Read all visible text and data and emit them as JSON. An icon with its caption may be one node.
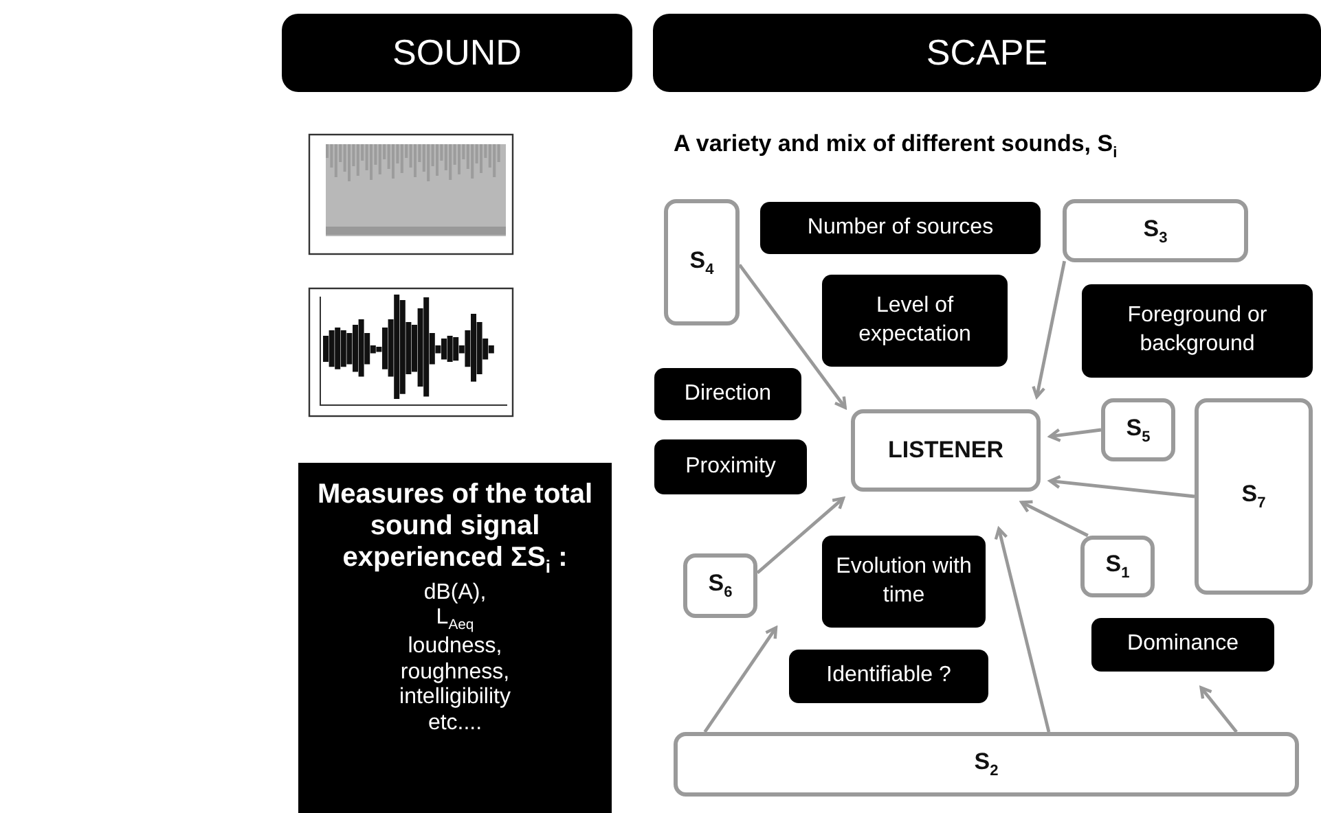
{
  "diagram": {
    "nodes": [
      {
        "text": [
          "SOUND"
        ]
      },
      {
        "text": [
          "SCAPE"
        ]
      },
      {
        "text": [
          "Measures of the total sound signal experienced ΣS$_{i}$ :",
          "dB(A),",
          "L$_{Aeq}$",
          "loudness,",
          "roughness,",
          "intelligibility",
          "etc...."
        ]
      },
      {
        "text": [
          "S$_{4}$"
        ]
      },
      {
        "text": [
          "Number of sources"
        ]
      },
      {
        "text": [
          "S$_{3}$"
        ]
      },
      {
        "text": [
          "Level of expectation"
        ]
      },
      {
        "text": [
          "Foreground or background"
        ]
      },
      {
        "text": [
          "Direction"
        ]
      },
      {
        "text": [
          "LISTENER"
        ]
      },
      {
        "text": [
          "S$_{5}$"
        ]
      },
      {
        "text": [
          "S$_{7}$"
        ]
      },
      {
        "text": [
          "Proximity"
        ]
      },
      {
        "text": [
          "S$_{6}$"
        ]
      },
      {
        "text": [
          "Evolution with time"
        ]
      },
      {
        "text": [
          "S$_{1}$"
        ]
      },
      {
        "text": [
          "Dominance"
        ]
      },
      {
        "text": [
          "Identifiable ?"
        ]
      },
      {
        "text": [
          "S$_{2}$"
        ]
      }
    ],
    "edges": [
      {
        "from": 3,
        "to": 9,
        "arrow": "to"
      },
      {
        "from": 5,
        "to": 9,
        "arrow": "to"
      },
      {
        "from": 10,
        "to": 9,
        "arrow": "to"
      },
      {
        "from": 11,
        "to": 9,
        "arrow": "to"
      },
      {
        "from": 15,
        "to": 9,
        "arrow": "to"
      },
      {
        "from": 13,
        "to": 9,
        "arrow": "to"
      },
      {
        "from": 18,
        "to": 13,
        "arrow": "to"
      },
      {
        "from": 18,
        "to": 9,
        "arrow": "to"
      },
      {
        "from": 18,
        "to": 16,
        "arrow": "to"
      }
    ],
    "labels": [
      "A variety and mix of different sounds, S$_{i}$"
    ]
  }
}
